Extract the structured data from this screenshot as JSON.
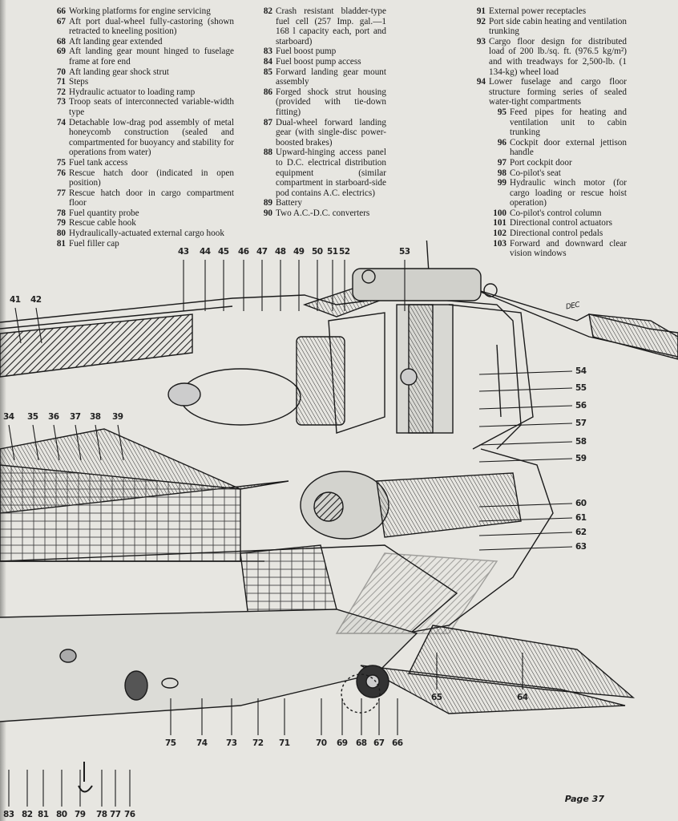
{
  "legend": {
    "column1": [
      {
        "num": "66",
        "text": "Working platforms for engine servicing"
      },
      {
        "num": "67",
        "text": "Aft port dual-wheel fully-castoring (shown retracted to kneeling position)"
      },
      {
        "num": "68",
        "text": "Aft landing gear extended"
      },
      {
        "num": "69",
        "text": "Aft landing gear mount hinged to fuselage frame at fore end"
      },
      {
        "num": "70",
        "text": "Aft landing gear shock strut"
      },
      {
        "num": "71",
        "text": "Steps"
      },
      {
        "num": "72",
        "text": "Hydraulic actuator to loading ramp"
      },
      {
        "num": "73",
        "text": "Troop seats of interconnected variable-width type"
      },
      {
        "num": "74",
        "text": "Detachable low-drag pod assembly of metal honeycomb construction (sealed and compartmented for buoyancy and stability for operations from water)"
      },
      {
        "num": "75",
        "text": "Fuel tank access"
      },
      {
        "num": "76",
        "text": "Rescue hatch door (indicated in open position)"
      },
      {
        "num": "77",
        "text": "Rescue hatch door in cargo compartment floor"
      },
      {
        "num": "78",
        "text": "Fuel quantity probe"
      },
      {
        "num": "79",
        "text": "Rescue cable hook"
      },
      {
        "num": "80",
        "text": "Hydraulically-actuated external cargo hook"
      },
      {
        "num": "81",
        "text": "Fuel filler cap"
      }
    ],
    "column2": [
      {
        "num": "82",
        "text": "Crash resistant bladder-type fuel cell (257 Imp. gal.—1 168 l capacity each, port and starboard)"
      },
      {
        "num": "83",
        "text": "Fuel boost pump"
      },
      {
        "num": "84",
        "text": "Fuel boost pump access"
      },
      {
        "num": "85",
        "text": "Forward landing gear mount assembly"
      },
      {
        "num": "86",
        "text": "Forged shock strut housing (provided with tie-down fitting)"
      },
      {
        "num": "87",
        "text": "Dual-wheel forward landing gear (with single-disc power-boosted brakes)"
      },
      {
        "num": "88",
        "text": "Upward-hinging access panel to D.C. electrical distribution equipment (similar compartment in starboard-side pod contains A.C. electrics)"
      },
      {
        "num": "89",
        "text": "Battery"
      },
      {
        "num": "90",
        "text": "Two A.C.-D.C. converters"
      }
    ],
    "column3": [
      {
        "num": "91",
        "text": "External power receptacles"
      },
      {
        "num": "92",
        "text": "Port side cabin heating and ventilation trunking"
      },
      {
        "num": "93",
        "text": "Cargo floor design for distributed load of 200 lb./sq. ft. (976.5 kg/m²) and with treadways for 2,500-lb. (1 134-kg) wheel load"
      },
      {
        "num": "94",
        "text": "Lower fuselage and cargo floor structure forming series of sealed water-tight compartments"
      },
      {
        "num": "95",
        "text": "Feed pipes for heating and ventilation unit to cabin trunking"
      },
      {
        "num": "96",
        "text": "Cockpit door external jettison handle"
      },
      {
        "num": "97",
        "text": "Port cockpit door"
      },
      {
        "num": "98",
        "text": "Co-pilot's seat"
      },
      {
        "num": "99",
        "text": "Hydraulic winch motor (for cargo loading or rescue hoist operation)"
      },
      {
        "num": "100",
        "text": "Co-pilot's control column"
      },
      {
        "num": "101",
        "text": "Directional control actuators"
      },
      {
        "num": "102",
        "text": "Directional control pedals"
      },
      {
        "num": "103",
        "text": "Forward and downward clear vision windows"
      }
    ]
  },
  "callouts": {
    "top": [
      "43",
      "44",
      "45",
      "46",
      "47",
      "48",
      "49",
      "50",
      "51",
      "52",
      "53"
    ],
    "left_top": [
      "41",
      "42"
    ],
    "left_mid": [
      "34",
      "35",
      "36",
      "37",
      "38",
      "39"
    ],
    "right": [
      "54",
      "55",
      "56",
      "57",
      "58",
      "59",
      "60",
      "61",
      "62",
      "63"
    ],
    "bottom_right": [
      "65",
      "64"
    ],
    "bottom_mid": [
      "75",
      "74",
      "73",
      "72",
      "71",
      "70",
      "69",
      "68",
      "67",
      "66"
    ],
    "bottom_left": [
      "83",
      "82",
      "81",
      "80",
      "79",
      "78",
      "77",
      "76"
    ]
  },
  "drawing_mark": "DEC",
  "page_label": "Page 37"
}
